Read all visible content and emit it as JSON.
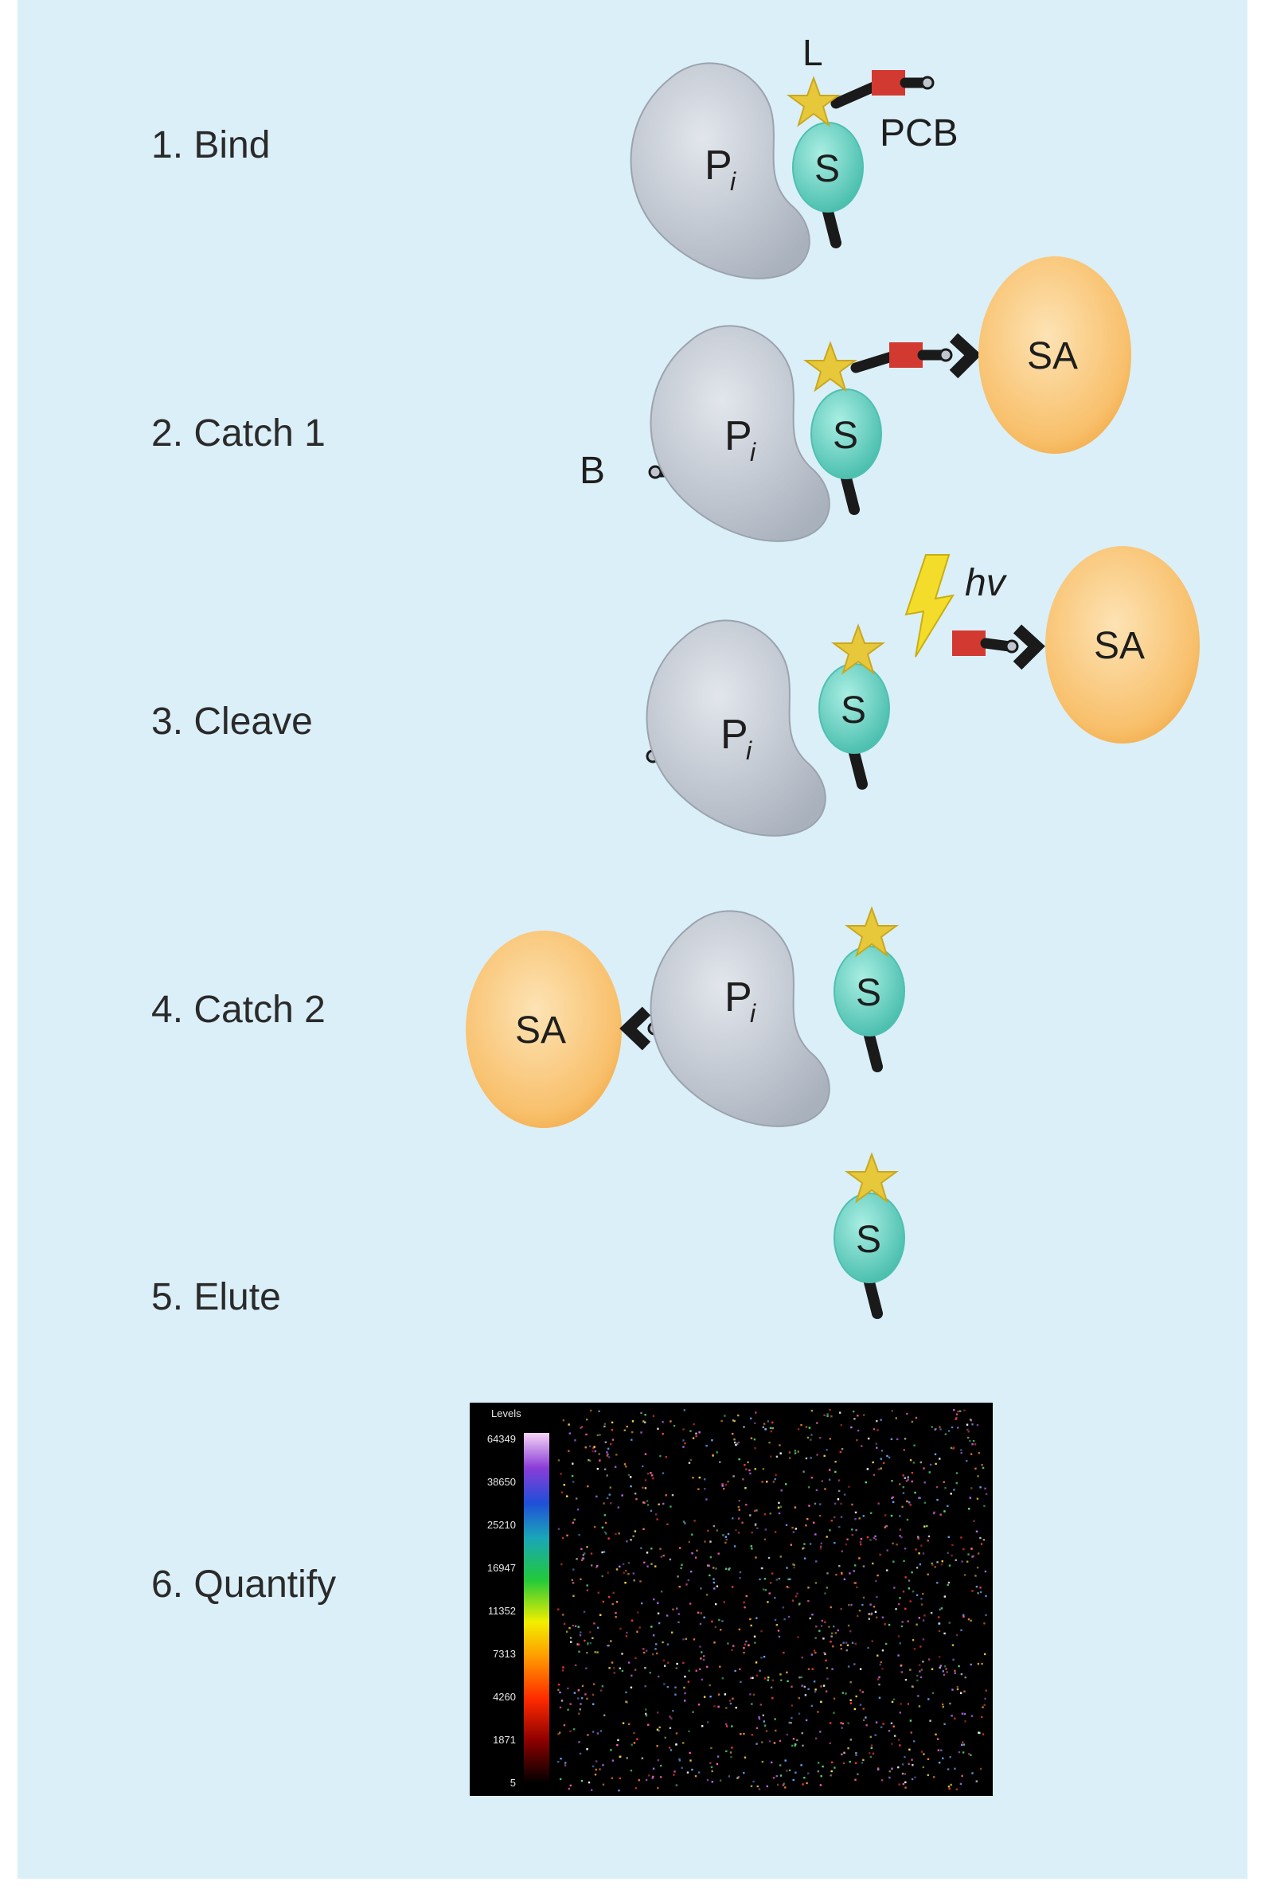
{
  "steps": [
    {
      "label": "1. Bind"
    },
    {
      "label": "2. Catch 1"
    },
    {
      "label": "3. Cleave"
    },
    {
      "label": "4. Catch 2"
    },
    {
      "label": "5. Elute"
    },
    {
      "label": "6. Quantify"
    }
  ],
  "labels": {
    "protein": "P",
    "protein_sub": "i",
    "substrate": "S",
    "streptavidin": "SA",
    "ligand": "L",
    "pcb": "PCB",
    "biotin": "B",
    "light": "hv"
  },
  "quantify_panel": {
    "levels_title": "Levels",
    "levels_ticks": [
      "64349",
      "38650",
      "25210",
      "16947",
      "11352",
      "7313",
      "4260",
      "1871",
      "5"
    ]
  },
  "colors": {
    "background": "#dbeff8",
    "protein": "#c5cbd4",
    "substrate": "#6fd2c4",
    "streptavidin": "#f9c57a",
    "ligand_star": "#e8c83b",
    "pcb_linker": "#d23a31",
    "lightning": "#f3dd2a"
  }
}
